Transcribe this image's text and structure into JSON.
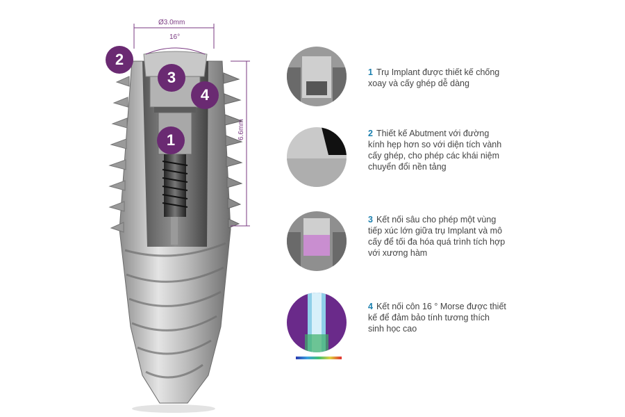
{
  "diagram": {
    "dimensions": {
      "top_diameter": "Ø3.0mm",
      "angle": "16°",
      "depth": "6.6mm"
    },
    "callouts": [
      {
        "number": "1"
      },
      {
        "number": "2"
      },
      {
        "number": "3"
      },
      {
        "number": "4"
      }
    ],
    "features": [
      {
        "number": "1",
        "text": "Trụ Implant được thiết kế chống xoay và cấy ghép dễ dàng"
      },
      {
        "number": "2",
        "text": "Thiết kế Abutment với đường kính hẹp hơn so với diện tích vành cấy ghép, cho phép các khái niệm chuyển đổi nền tảng"
      },
      {
        "number": "3",
        "text": "Kết nối sâu cho phép một vùng tiếp xúc lớn giữa trụ Implant và mô cấy để tối đa hóa quá trình tích hợp với xương hàm"
      },
      {
        "number": "4",
        "text": "Kết nối côn 16 ° Morse được thiết kế để đảm bảo tính tương thích sinh học cao"
      }
    ],
    "colors": {
      "badge": "#6a2a72",
      "dimension": "#7a3a82",
      "feature_number": "#1b7fae"
    }
  }
}
